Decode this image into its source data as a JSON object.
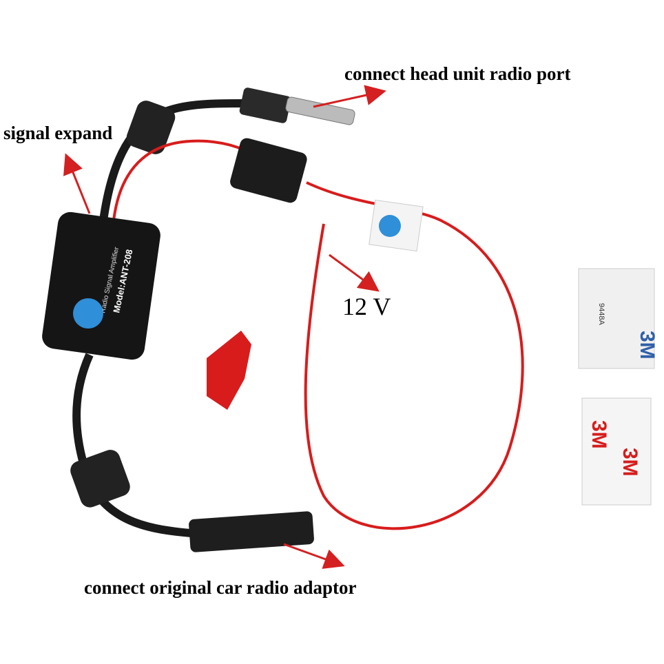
{
  "annotations": {
    "head_unit": "connect head unit radio port",
    "signal_expand": "signal expand",
    "voltage": "12 V",
    "car_radio": "connect original car radio adaptor"
  },
  "device": {
    "name": "Radio Signal Amplifier",
    "model": "Model:ANT-208"
  },
  "tape": {
    "brand": "3M",
    "code": "9448A"
  },
  "colors": {
    "arrow": "#d42020",
    "wire_red": "#d81c1c",
    "cable_black": "#1a1a1a",
    "badge_blue": "#2f8fd8"
  }
}
